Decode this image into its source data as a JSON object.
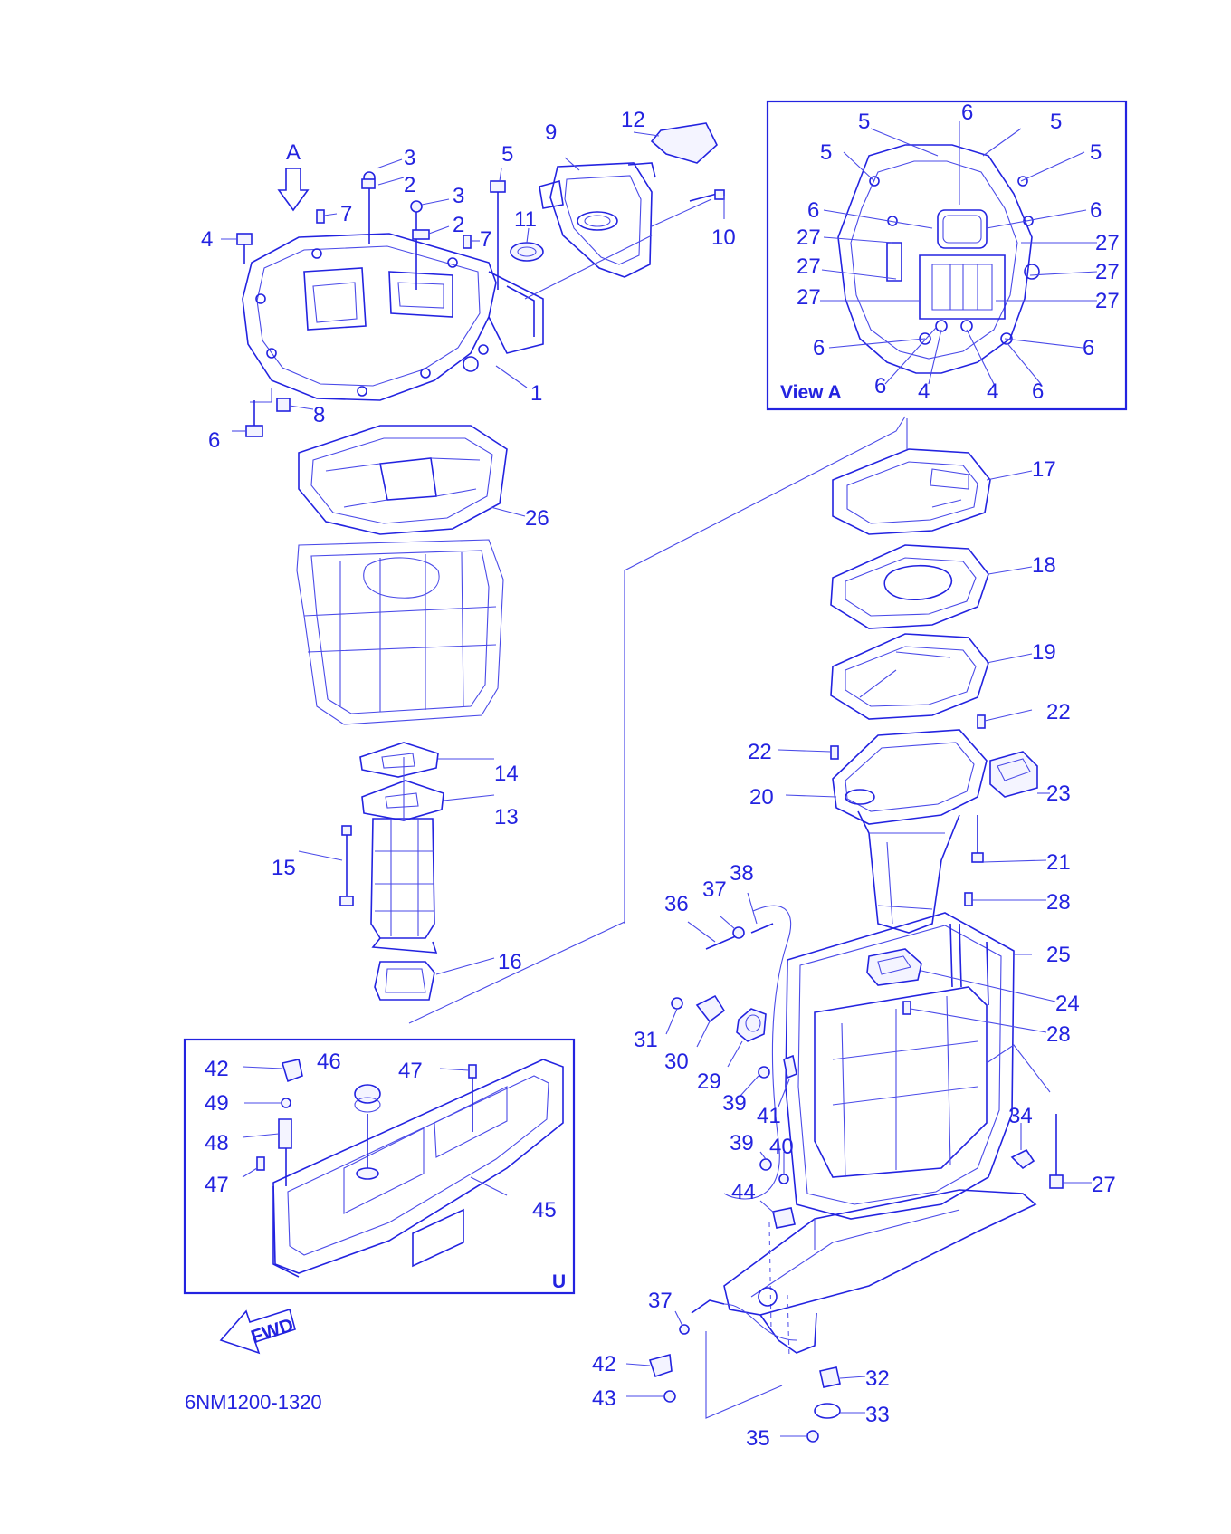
{
  "colors": {
    "line": "#2323e0",
    "background": "#ffffff"
  },
  "labels": {
    "view_arrow": "A",
    "p1": "1",
    "p2a": "2",
    "p2b": "2",
    "p3a": "3",
    "p3b": "3",
    "p4": "4",
    "p5": "5",
    "p6": "6",
    "p7a": "7",
    "p7b": "7",
    "p8": "8",
    "p9": "9",
    "p10": "10",
    "p11": "11",
    "p12": "12",
    "p13": "13",
    "p14": "14",
    "p15": "15",
    "p16": "16",
    "p17": "17",
    "p18": "18",
    "p19": "19",
    "p20": "20",
    "p21": "21",
    "p22a": "22",
    "p22b": "22",
    "p23": "23",
    "p24": "24",
    "p25": "25",
    "p26": "26",
    "p27": "27",
    "p28a": "28",
    "p28b": "28",
    "p29": "29",
    "p30": "30",
    "p31": "31",
    "p32": "32",
    "p33": "33",
    "p34": "34",
    "p35": "35",
    "p36": "36",
    "p37a": "37",
    "p37b": "37",
    "p38": "38",
    "p39a": "39",
    "p39b": "39",
    "p40": "40",
    "p41": "41",
    "p42a": "42",
    "p42b": "42",
    "p43": "43",
    "p44": "44",
    "p45": "45",
    "p46": "46",
    "p47a": "47",
    "p47b": "47",
    "p48": "48",
    "p49": "49"
  },
  "view_a": {
    "title": "View A",
    "labels": {
      "v5a": "5",
      "v6a": "6",
      "v5b": "5",
      "v5c": "5",
      "v5d": "5",
      "v6b": "6",
      "v6c": "6",
      "v27a": "27",
      "v27b": "27",
      "v27c": "27",
      "v27d": "27",
      "v27e": "27",
      "v27f": "27",
      "v6d": "6",
      "v6e": "6",
      "v6f": "6",
      "v4a": "4",
      "v4b": "4",
      "v6g": "6"
    }
  },
  "inset_mark": "U",
  "fwd_label": "FWD",
  "diagram_code": "6NM1200-1320"
}
